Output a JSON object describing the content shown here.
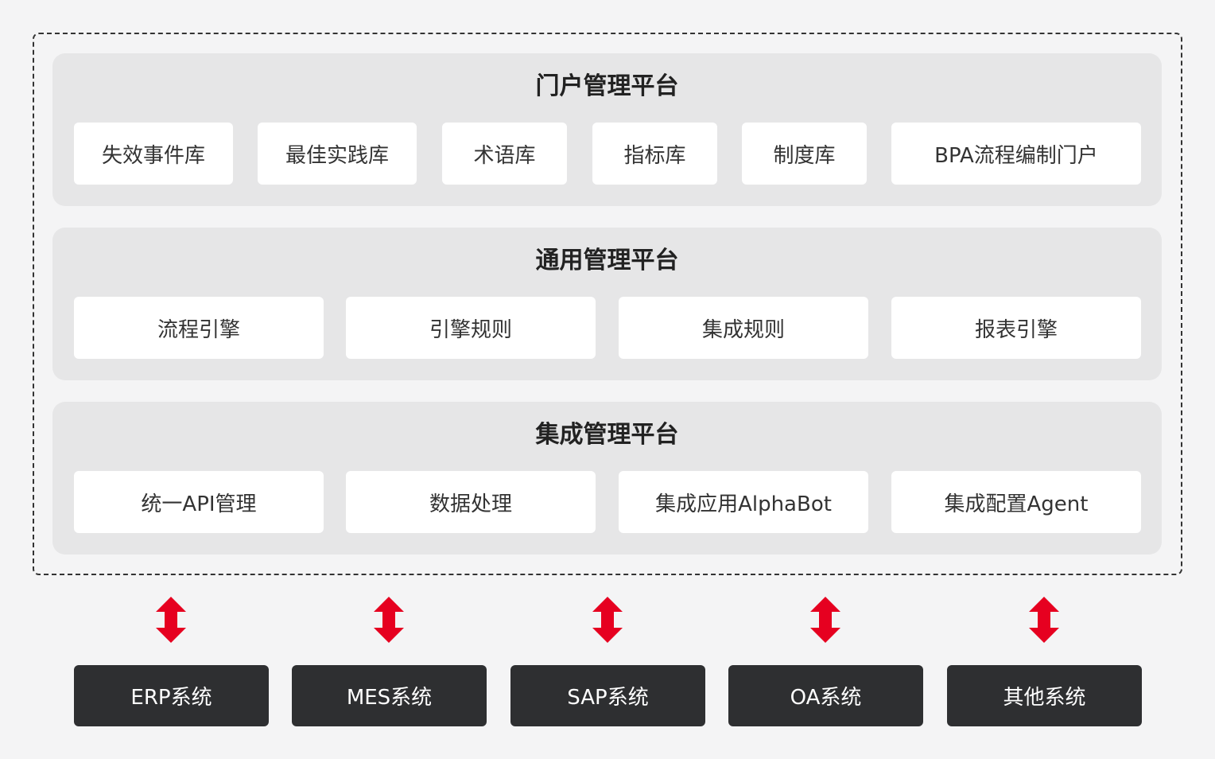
{
  "colors": {
    "background": "#f4f4f5",
    "layer_fill": "#e6e6e7",
    "module_fill": "#ffffff",
    "system_fill": "#2e2f31",
    "arrow_red": "#e60020"
  },
  "portal_layer": {
    "title": "门户管理平台",
    "modules": [
      "失效事件库",
      "最佳实践库",
      "术语库",
      "指标库",
      "制度库",
      "BPA流程编制门户"
    ]
  },
  "common_layer": {
    "title": "通用管理平台",
    "modules": [
      "流程引擎",
      "引擎规则",
      "集成规则",
      "报表引擎"
    ]
  },
  "integration_layer": {
    "title": "集成管理平台",
    "modules": [
      "统一API管理",
      "数据处理",
      "集成应用AlphaBot",
      "集成配置Agent"
    ]
  },
  "arrow_icon": "double-headed-vertical-arrow",
  "systems": [
    "ERP系统",
    "MES系统",
    "SAP系统",
    "OA系统",
    "其他系统"
  ]
}
